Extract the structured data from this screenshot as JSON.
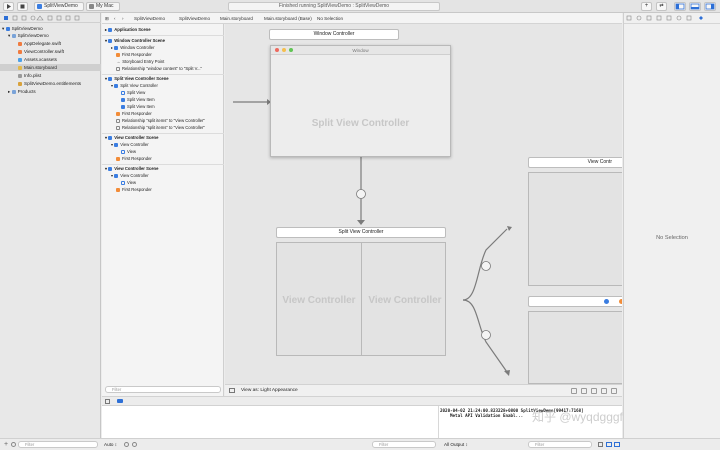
{
  "toolbar": {
    "run_icon": "play-icon",
    "stop_icon": "stop-icon",
    "scheme_name": "SplitViewDemo",
    "destination": "My Mac",
    "activity_text": "Finished running SplitViewDemo : SplitViewDemo"
  },
  "navigator": {
    "items": [
      {
        "label": "SplitViewDemo",
        "kind": "project"
      },
      {
        "label": "SplitViewDemo",
        "kind": "group"
      },
      {
        "label": "AppDelegate.swift",
        "kind": "swift"
      },
      {
        "label": "ViewController.swift",
        "kind": "swift"
      },
      {
        "label": "Assets.xcassets",
        "kind": "assets"
      },
      {
        "label": "Main.storyboard",
        "kind": "storyboard"
      },
      {
        "label": "Info.plist",
        "kind": "plist"
      },
      {
        "label": "SplitViewDemo.entitlements",
        "kind": "entitlements"
      },
      {
        "label": "Products",
        "kind": "group"
      }
    ],
    "filter_placeholder": "Filter"
  },
  "jumpbar": {
    "crumbs": [
      "SplitViewDemo",
      "SplitViewDemo",
      "Main.storyboard",
      "Main.storyboard (Base)",
      "No Selection"
    ]
  },
  "outline": {
    "scenes": [
      {
        "title": "Application Scene",
        "items": []
      },
      {
        "title": "Window Controller Scene",
        "items": [
          "Window Controller",
          "First Responder",
          "Storyboard Entry Point",
          "Relationship \"window content\" to \"Split V...\""
        ]
      },
      {
        "title": "Split View Controller Scene",
        "items": [
          "Split View Controller",
          "Split View",
          "Split View Item",
          "Split View Item",
          "First Responder",
          "Relationship \"split items\" to \"View Controller\"",
          "Relationship \"split items\" to \"View Controller\""
        ]
      },
      {
        "title": "View Controller Scene",
        "items": [
          "View Controller",
          "View",
          "First Responder"
        ]
      },
      {
        "title": "View Controller Scene",
        "items": [
          "View Controller",
          "View",
          "First Responder"
        ]
      }
    ],
    "filter_placeholder": "Filter"
  },
  "canvas": {
    "window_controller_title": "Window Controller",
    "window_title": "Window",
    "window_content_label": "Split View Controller",
    "split_scene_title": "Split View Controller",
    "left_pane_label": "View Controller",
    "right_pane_label": "View Controller",
    "right_scene_title": "View Contr"
  },
  "canvas_bottom": {
    "view_as": "View as: Light Appearance"
  },
  "inspector": {
    "empty_text": "No Selection"
  },
  "console": {
    "line1": "2020-04-02 21:24:00.823228+0800 SplitViewDemo[99417:7168]",
    "line2": "Metal API Validation Enabl..."
  },
  "status": {
    "auto_label": "Auto ↕",
    "filter_placeholder": "Filter",
    "output_label": "All Output ↕",
    "watermark": "知乎 @wyqdgggfk"
  }
}
